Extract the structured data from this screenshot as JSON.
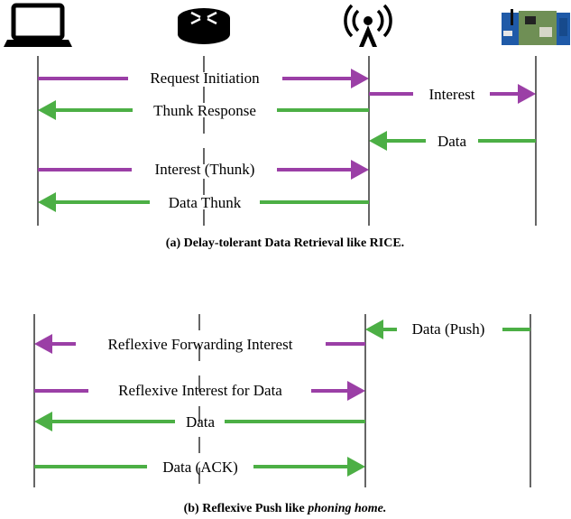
{
  "colors": {
    "request": "#9b3fa6",
    "response": "#4caf45",
    "line": "#000000"
  },
  "icons": {
    "laptop": "laptop-icon",
    "router": "router-icon",
    "antenna": "antenna-icon",
    "board": "iot-board-icon"
  },
  "panel_a": {
    "messages": [
      {
        "label": "Request Initiation",
        "color": "request"
      },
      {
        "label": "Interest",
        "color": "request"
      },
      {
        "label": "Thunk Response",
        "color": "response"
      },
      {
        "label": "Data",
        "color": "response"
      },
      {
        "label": "Interest (Thunk)",
        "color": "request"
      },
      {
        "label": "Data Thunk",
        "color": "response"
      }
    ],
    "caption": "(a) Delay-tolerant Data Retrieval like RICE."
  },
  "panel_b": {
    "messages": [
      {
        "label": "Data (Push)",
        "color": "response"
      },
      {
        "label": "Reflexive Forwarding Interest",
        "color": "request"
      },
      {
        "label": "Reflexive Interest for Data",
        "color": "request"
      },
      {
        "label": "Data",
        "color": "response"
      },
      {
        "label": "Data (ACK)",
        "color": "response"
      }
    ],
    "caption_main": "(b) Reflexive Push like ",
    "caption_em": "phoning home."
  }
}
